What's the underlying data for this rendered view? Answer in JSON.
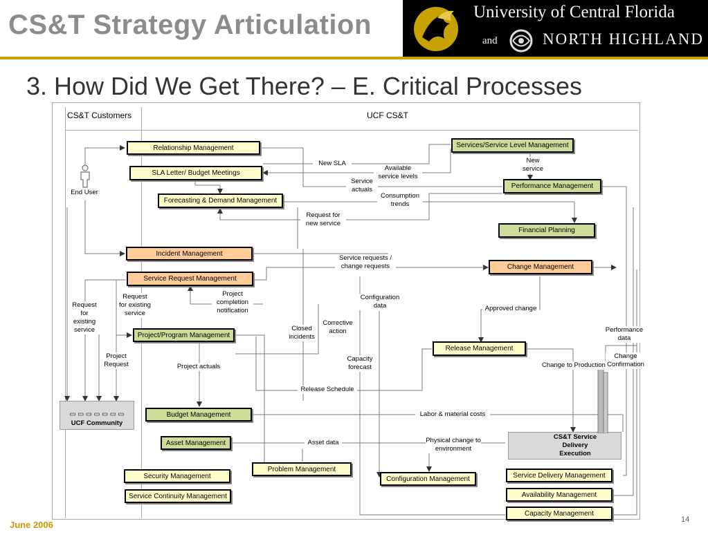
{
  "header": {
    "title": "CS&T Strategy Articulation",
    "logo_university": "University of Central Florida",
    "logo_and": "and",
    "logo_north_highland": "NORTH HIGHLAND"
  },
  "section_heading": "3. How Did We Get There? – E. Critical Processes",
  "lanes": {
    "customers": "CS&T Customers",
    "cst": "UCF CS&T"
  },
  "actors": {
    "end_user": "End User",
    "ucf_community": "UCF Community",
    "service_delivery": "CS&T Service Delivery Execution"
  },
  "processes": {
    "relationship": "Relationship Management",
    "sla_budget": "SLA Letter/ Budget Meetings",
    "forecasting": "Forecasting & Demand Management",
    "incident": "Incident Management",
    "service_request": "Service Request Management",
    "project_program": "Project/Program Management",
    "budget": "Budget Management",
    "asset": "Asset Management",
    "security": "Security Management",
    "continuity": "Service Continuity Management",
    "problem": "Problem Management",
    "configuration": "Configuration Management",
    "services_level": "Services/Service Level  Management",
    "performance": "Performance Management",
    "financial_planning": "Financial Planning",
    "change": "Change Management",
    "release": "Release Management",
    "service_delivery_mgmt": "Service Delivery Management",
    "availability": "Availability Management",
    "capacity": "Capacity Management"
  },
  "flows": {
    "new_sla": "New SLA",
    "available_levels": "Available service levels",
    "service_actuals": "Service actuals",
    "new_service": "New service",
    "consumption": "Consumption trends",
    "request_new_service": "Request for new service",
    "service_change_requests": "Service requests / change requests",
    "project_completion": "Project completion notification",
    "request_existing_left": "Request for existing service",
    "request_existing_mid": "Request for existing service",
    "configuration_data": "Configuration data",
    "approved_change": "Approved change",
    "closed_incidents": "Closed incidents",
    "corrective_action": "Corrective action",
    "performance_data": "Performance data",
    "project_request": "Project Request",
    "project_actuals": "Project actuals",
    "capacity_forecast": "Capacity forecast",
    "change_to_production": "Change to Production",
    "change_confirmation": "Change Confirmation",
    "release_schedule": "Release Schedule",
    "labor_costs": "Labor & material costs",
    "asset_data": "Asset data",
    "physical_change": "Physical change to environment"
  },
  "footer": {
    "date": "June 2006",
    "page": "14"
  },
  "colors": {
    "yellow": "#ffffcc",
    "green": "#ccdd99",
    "orange": "#ffcc99",
    "gold": "#c8a200",
    "banner": "#000000"
  }
}
